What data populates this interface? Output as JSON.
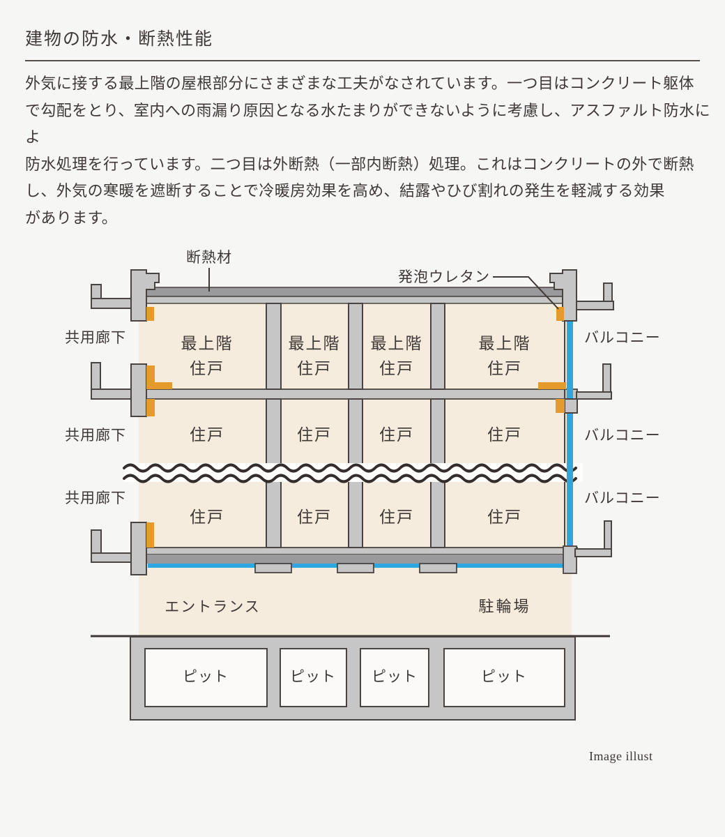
{
  "header": {
    "title": "建物の防水・断熱性能"
  },
  "body": {
    "paragraph": "外気に接する最上階の屋根部分にさまざまな工夫がなされています。一つ目はコンクリート躯体\nで勾配をとり、室内への雨漏り原因となる水たまりができないように考慮し、アスファルト防水によ\n防水処理を行っています。二つ目は外断熱（一部内断熱）処理。これはコンクリートの外で断熱\nし、外気の寒暖を遮断することで冷暖房効果を高め、結露やひび割れの発生を軽減する効果\nがあります。"
  },
  "diagram": {
    "labels": {
      "insulation": "断熱材",
      "urethane": "発泡ウレタン",
      "corridor": "共用廊下",
      "balcony": "バルコニー",
      "top_unit_line1": "最上階",
      "top_unit_line2": "住戸",
      "unit": "住戸",
      "entrance": "エントランス",
      "bicycle_parking": "駐輪場",
      "pit": "ピット"
    },
    "caption": "Image illust",
    "colors": {
      "page_background": "#f6f6f4",
      "text": "#3d3835",
      "concrete_light": "#c6c6c7",
      "concrete_dark": "#9a999b",
      "room_beige": "#f5ecdd",
      "insulation_orange": "#e59b2c",
      "waterproofing_blue": "#2ea7e0",
      "outline_dark": "#494341"
    }
  }
}
